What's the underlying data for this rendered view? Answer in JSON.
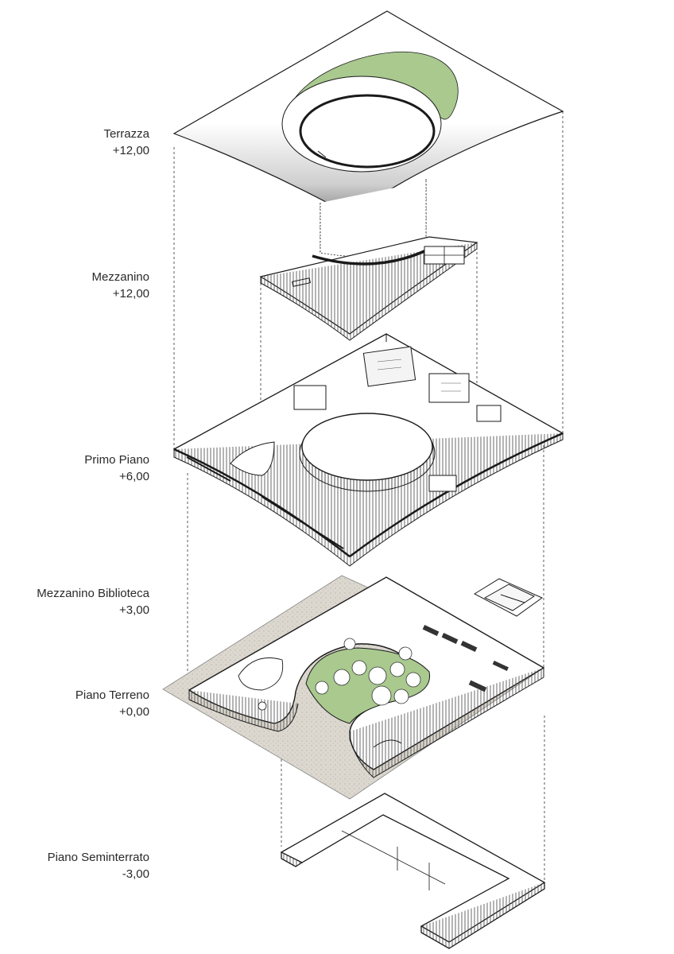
{
  "levels": [
    {
      "name": "Terrazza",
      "elevation": "+12,00"
    },
    {
      "name": "Mezzanino",
      "elevation": "+12,00"
    },
    {
      "name": "Primo Piano",
      "elevation": "+6,00"
    },
    {
      "name": "Mezzanino Biblioteca",
      "elevation": "+3,00"
    },
    {
      "name": "Piano Terreno",
      "elevation": "+0,00"
    },
    {
      "name": "Piano Seminterrato",
      "elevation": "-3,00"
    }
  ],
  "colors": {
    "line": "#1a1a1a",
    "green": "#a9c98f",
    "paving": "#d8d4cc",
    "hatch": "#666666"
  }
}
